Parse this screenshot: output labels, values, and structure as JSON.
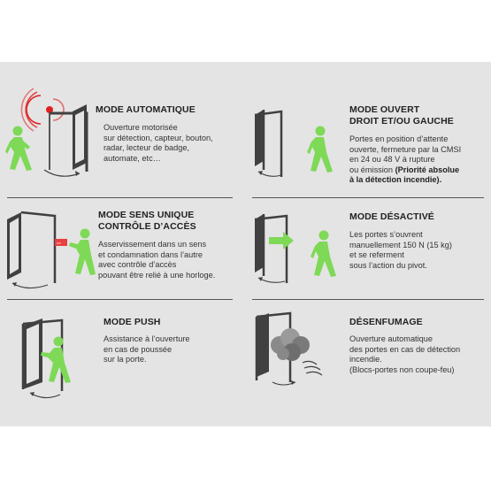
{
  "colors": {
    "background": "#e4e4e4",
    "person": "#7ed957",
    "door_dark": "#404040",
    "radar_red": "#e02020",
    "badge_red": "#e84040"
  },
  "modes": [
    {
      "id": "automatique",
      "title": "MODE AUTOMATIQUE",
      "title2": "",
      "lines": [
        "Ouverture motorisée",
        "sur détection, capteur, bouton,",
        "radar, lecteur de badge,",
        "automate, etc…"
      ],
      "icon": "door-radar-person"
    },
    {
      "id": "ouvert",
      "title": "MODE OUVERT",
      "title2": "DROIT ET/OU GAUCHE",
      "lines": [
        "Portes en position d’attente",
        "ouverte, fermeture par la CMSI",
        "en 24 ou 48 V à rupture",
        "ou émission"
      ],
      "bold_tail": "(Priorité absolue",
      "bold_line": "à la détection incendie).",
      "icon": "open-door-person"
    },
    {
      "id": "sens-unique",
      "title": "MODE SENS UNIQUE",
      "title2": "CONTRÔLE D’ACCÈS",
      "lines": [
        "Asservissement dans un sens",
        "et condamnation dans l’autre",
        "avec contrôle d’accès",
        "pouvant être relié à une horloge."
      ],
      "icon": "badge-door-person"
    },
    {
      "id": "desactive",
      "title": "MODE DÉSACTIVÉ",
      "title2": "",
      "lines": [
        "Les portes s’ouvrent",
        "manuellement 150 N (15 kg)",
        "et se referment",
        "sous l’action du pivot."
      ],
      "icon": "arrow-door-person"
    },
    {
      "id": "push",
      "title": "MODE PUSH",
      "title2": "",
      "lines": [
        "Assistance à l’ouverture",
        "en cas de poussée",
        "sur la porte."
      ],
      "icon": "push-door-person"
    },
    {
      "id": "desenfumage",
      "title": "DÉSENFUMAGE",
      "title2": "",
      "lines": [
        "Ouverture automatique",
        "des portes en cas de détection",
        "incendie.",
        "(Blocs-portes non coupe-feu)"
      ],
      "icon": "smoke-door"
    }
  ]
}
